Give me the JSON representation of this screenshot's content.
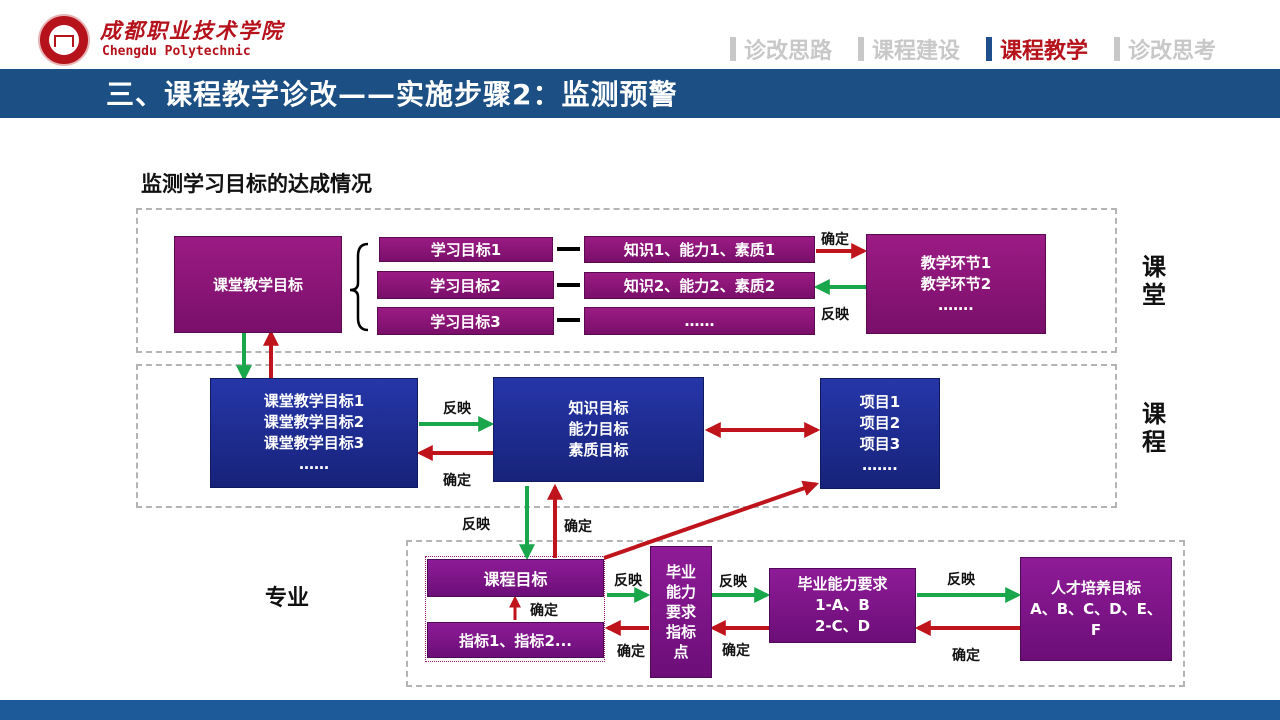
{
  "header": {
    "logo_cn": "成都职业技术学院",
    "logo_en": "Chengdu Polytechnic",
    "nav": [
      "诊改思路",
      "课程建设",
      "课程教学",
      "诊改思考"
    ],
    "active_nav": "课程教学",
    "title": "三、课程教学诊改——实施步骤2：监测预警"
  },
  "subtitle": "监测学习目标的达成情况",
  "classroom": {
    "side_label": [
      "课",
      "堂"
    ],
    "goal_box": "课堂教学目标",
    "learning_goals": [
      "学习目标1",
      "学习目标2",
      "学习目标3"
    ],
    "kab": [
      "知识1、能力1、素质1",
      "知识2、能力2、素质2",
      "……"
    ],
    "teaching": [
      "教学环节1",
      "教学环节2",
      "……."
    ],
    "arrow_confirm": "确定",
    "arrow_reflect": "反映"
  },
  "course": {
    "side_label": [
      "课",
      "程"
    ],
    "class_goals": [
      "课堂教学目标1",
      "课堂教学目标2",
      "课堂教学目标3",
      "……"
    ],
    "target_types": [
      "知识目标",
      "能力目标",
      "素质目标"
    ],
    "projects": [
      "项目1",
      "项目2",
      "项目3",
      "……."
    ],
    "arrow_reflect": "反映",
    "arrow_confirm": "确定"
  },
  "between": {
    "reflect": "反映",
    "confirm": "确定"
  },
  "major": {
    "side_label": "专业",
    "course_goal": "课程目标",
    "confirm_inner": "确定",
    "indicators": "指标1、指标2...",
    "grad_points": [
      "毕业",
      "能力",
      "要求",
      "指标",
      "点"
    ],
    "grad_reqs": [
      "毕业能力要求",
      "1-A、B",
      "2-C、D"
    ],
    "talent": [
      "人才培养目标",
      "A、B、C、D、E、",
      "F"
    ],
    "reflect": "反映",
    "confirm": "确定"
  }
}
